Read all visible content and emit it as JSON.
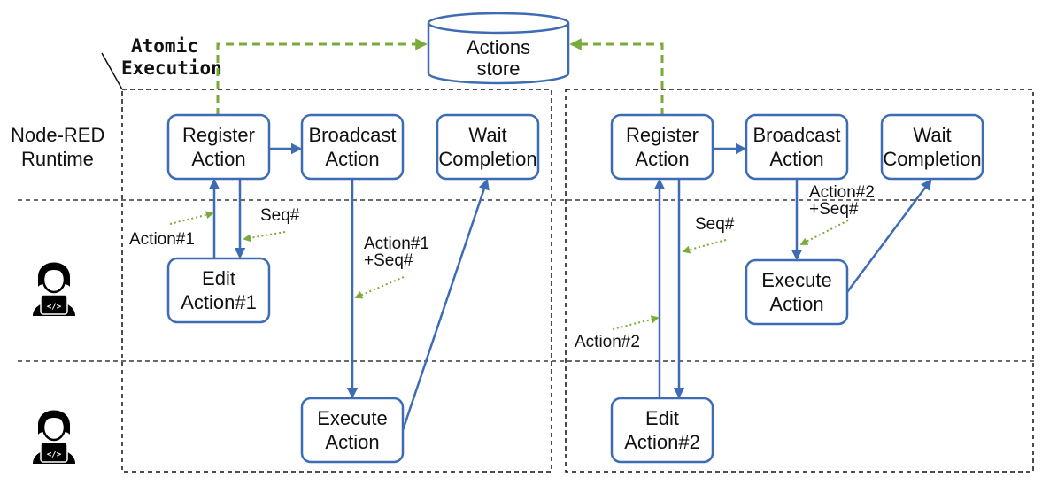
{
  "heading": {
    "line1": "Atomic",
    "line2": "Execution"
  },
  "store": {
    "line1": "Actions",
    "line2": "store"
  },
  "lane_label": {
    "line1": "Node-RED",
    "line2": "Runtime"
  },
  "left": {
    "register": {
      "line1": "Register",
      "line2": "Action"
    },
    "broadcast": {
      "line1": "Broadcast",
      "line2": "Action"
    },
    "wait": {
      "line1": "Wait",
      "line2": "Completion"
    },
    "edit": {
      "line1": "Edit",
      "line2": "Action#1"
    },
    "execute": {
      "line1": "Execute",
      "line2": "Action"
    },
    "label_action": "Action#1",
    "label_seq": "Seq#",
    "label_broadcast_line1": "Action#1",
    "label_broadcast_line2": "+Seq#"
  },
  "right": {
    "register": {
      "line1": "Register",
      "line2": "Action"
    },
    "broadcast": {
      "line1": "Broadcast",
      "line2": "Action"
    },
    "wait": {
      "line1": "Wait",
      "line2": "Completion"
    },
    "edit": {
      "line1": "Edit",
      "line2": "Action#2"
    },
    "execute": {
      "line1": "Execute",
      "line2": "Action"
    },
    "label_action": "Action#2",
    "label_seq": "Seq#",
    "label_broadcast_line1": "Action#2",
    "label_broadcast_line2": "+Seq#"
  },
  "icons": {
    "developer_a": "developer-laptop-icon",
    "developer_b": "developer-laptop-icon"
  },
  "colors": {
    "box_stroke": "#3e6cb4",
    "flow_arrow": "#3e6cb4",
    "store_link": "#7aaa3a",
    "text": "#111111"
  }
}
